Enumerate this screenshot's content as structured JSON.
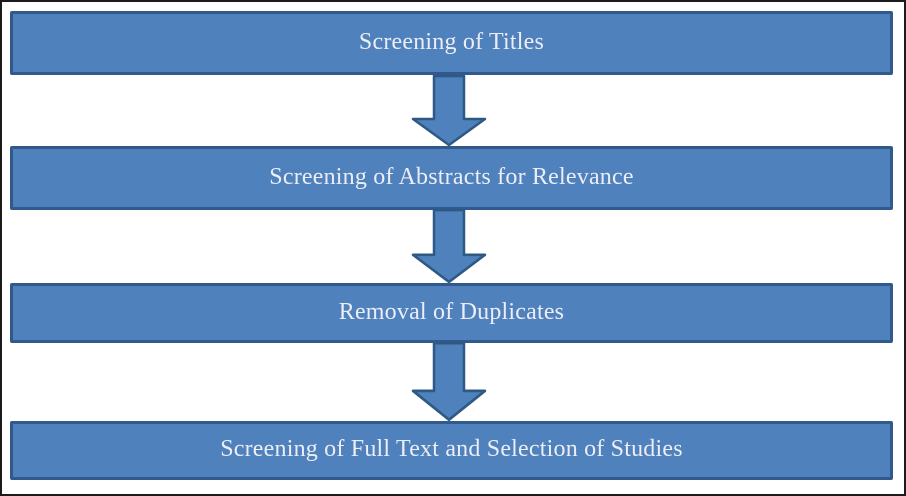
{
  "figure": {
    "type": "flowchart",
    "direction": "top-to-bottom",
    "connector": "thick-down-arrow",
    "steps": [
      {
        "label": "Screening of Titles"
      },
      {
        "label": "Screening of Abstracts for Relevance"
      },
      {
        "label": "Removal of Duplicates"
      },
      {
        "label": "Screening of Full Text and Selection of Studies"
      }
    ],
    "colors": {
      "bar_fill": "#4F81BD",
      "bar_border": "#31598C",
      "arrow_fill": "#4F81BD",
      "arrow_border": "#2E5984",
      "text": "#ECEDF6",
      "frame_border": "#1A1A1A",
      "background": "#FFFFFF"
    }
  }
}
